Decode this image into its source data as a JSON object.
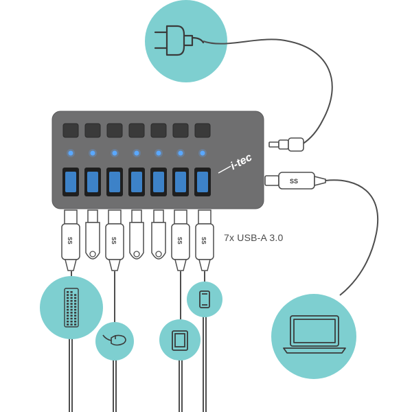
{
  "product": {
    "brand_logo": "i-tec",
    "port_label": "7x USB-A 3.0",
    "usb_logo": "SS",
    "port_count": 7
  },
  "icons": [
    "power-plug-icon",
    "laptop-icon",
    "keyboard-icon",
    "mouse-icon",
    "tablet-icon",
    "smartphone-icon",
    "usb-flash-drive-icon"
  ],
  "colors": {
    "circle": "#7ecfd0",
    "hub_body": "#6f6f70",
    "button": "#3a3a3a",
    "led": "#5aa8ff",
    "port_blue": "#3d82c8",
    "cable": "#4d4d4d"
  }
}
